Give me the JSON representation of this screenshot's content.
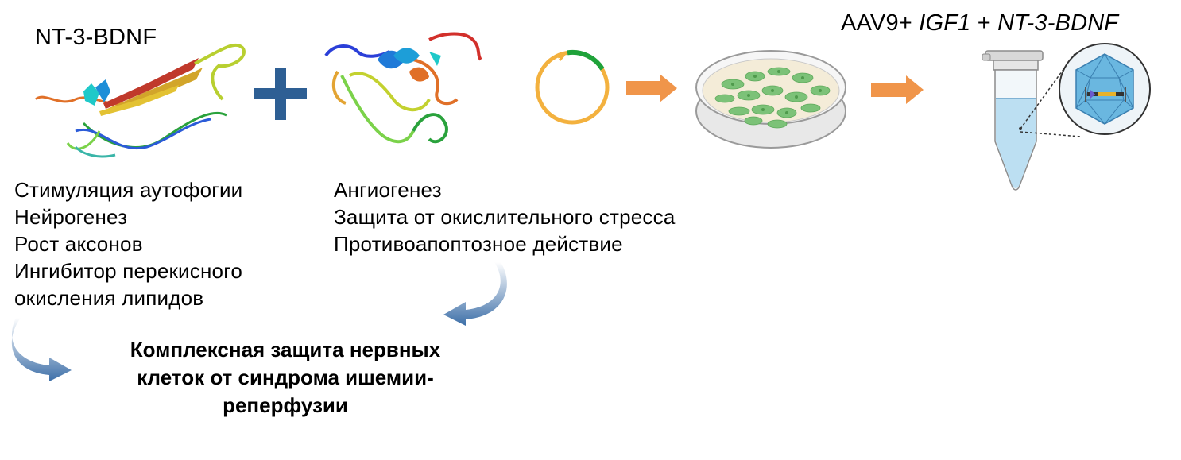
{
  "labels": {
    "protein_left": "NT-3-BDNF",
    "vector_prefix": "AAV9+ ",
    "vector_gene1": "IGF1",
    "vector_plus": " + ",
    "vector_gene2": "NT-3-BDNF"
  },
  "effects_left": [
    "Стимуляция аутофогии",
    "Нейрогенез",
    "Рост аксонов",
    "Ингибитор перекисного",
    "окисления липидов"
  ],
  "effects_right": [
    "Ангиогенез",
    "Защита от окислительного стресса",
    "Противоапоптозное действие"
  ],
  "conclusion": [
    "Комплексная защита нервных",
    "клеток от синдрома ишемии-",
    "реперфузии"
  ],
  "icons": {
    "protein_left": "ribbon-protein-structure-icon",
    "plus": "plus-icon",
    "protein_right": "ribbon-protein-structure-icon",
    "plasmid": "plasmid-ring-icon",
    "arrow1": "arrow-right-icon",
    "petri_dish": "petri-dish-cells-icon",
    "arrow2": "arrow-right-icon",
    "tube": "test-tube-icon",
    "capsid": "aav-capsid-icon",
    "curved_arrow_left": "curved-arrow-icon",
    "curved_arrow_right": "curved-arrow-icon"
  },
  "colors": {
    "plus": "#2e5f94",
    "arrow": "#f0954a",
    "plasmid": "#f3b13e",
    "plasmid_insert": "#1fa23a",
    "capsid": "#6ab7e0",
    "tube_liquid": "#bcdff2",
    "curved_arrow": "#3d6fa8",
    "cells": "#7cc278"
  }
}
